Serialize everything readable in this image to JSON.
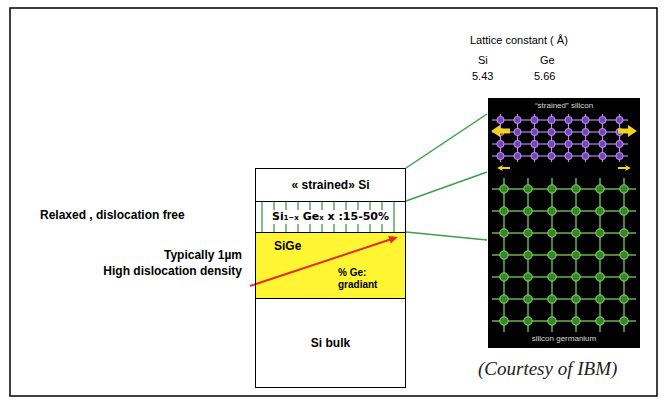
{
  "diagram": {
    "caption": "(Courtesy of IBM)",
    "nodes": [
      {
        "text": [
          "« strained» Si"
        ]
      },
      {
        "text": [
          "Si₁₋ₓ Geₓ x :15-50%"
        ]
      },
      {
        "text": [
          "SiGe",
          "% Ge: gradiant"
        ]
      },
      {
        "text": [
          "Si bulk"
        ]
      }
    ],
    "labels": [
      "Lattice constant ( Å)",
      "Si",
      "Ge",
      "5.43",
      "5.66",
      "Relaxed , dislocation free",
      "Typically 1µm",
      "High dislocation density",
      "“strained” silicon",
      "silicon germanium"
    ]
  }
}
